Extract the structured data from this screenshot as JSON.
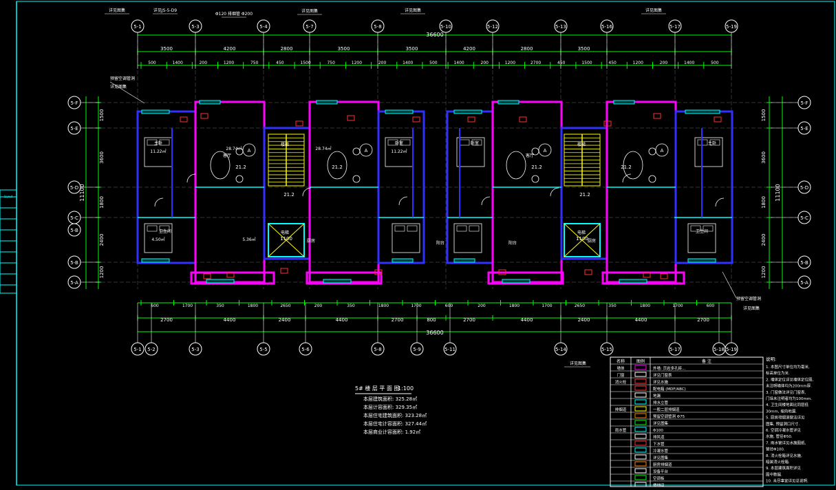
{
  "axes": {
    "top_labels": [
      "5-1",
      "5-3",
      "5-4",
      "5-7",
      "5-8",
      "5-10",
      "5-12",
      "5-13",
      "5-16",
      "5-17",
      "5-19"
    ],
    "bottom_labels": [
      "5-1",
      "5-2",
      "5-3",
      "5-5",
      "5-6",
      "5-8",
      "5-9",
      "5-11",
      "5-14",
      "5-15",
      "5-17",
      "5-18",
      "5-19"
    ],
    "left_labels": [
      "5-F",
      "5-E",
      "5-D",
      "5-C",
      "5-B",
      "5-A"
    ],
    "left_extra": "5-B",
    "right_labels": [
      "5-F",
      "5-E",
      "5-D",
      "5-C",
      "5-B",
      "5-A"
    ]
  },
  "dimensions": {
    "top_total": "36600",
    "top_row1": [
      "3500",
      "4200",
      "2800",
      "3500",
      "3500",
      "4200",
      "2800",
      "3500"
    ],
    "top_row2": [
      "500",
      "1400",
      "200",
      "1200",
      "750",
      "450",
      "1500",
      "750",
      "1200",
      "200",
      "1400",
      "500",
      "1400",
      "200",
      "1200",
      "2700",
      "450",
      "1500",
      "450",
      "1200",
      "200",
      "1400",
      "500"
    ],
    "bottom_total": "36600",
    "bottom_row1": [
      "2700",
      "4400",
      "2400",
      "4400",
      "2700",
      "800",
      "2700",
      "4400",
      "2400",
      "4400",
      "2700"
    ],
    "bottom_row2": [
      "600",
      "1700",
      "350",
      "1800",
      "2650",
      "200",
      "350",
      "1800",
      "1700",
      "600",
      "200",
      "1800",
      "1700",
      "2650",
      "350",
      "1800",
      "1700",
      "600"
    ],
    "left_dims": [
      "1500",
      "3600",
      "1800",
      "2400",
      "1200"
    ],
    "left_total": "11100",
    "right_dims": [
      "1500",
      "3600",
      "1800",
      "2400",
      "1200"
    ],
    "right_total": "11100"
  },
  "title": {
    "main": "5# 楼 层 平 面 图",
    "scale": "1:100",
    "stats": [
      "本层建筑面积: 325.28㎡",
      "本层计容面积: 329.35㎡",
      "本层住宅建筑面积: 323.28㎡",
      "本层住宅计容面积: 327.44㎡",
      "本层商业计容面积: 1.92㎡"
    ]
  },
  "callouts": {
    "top": [
      "详见图集",
      "详见JS-5-D9",
      "Φ120 排烟管 Φ200",
      "详见图集",
      "详见图集",
      "详见图集"
    ],
    "left": [
      "预留空调管洞",
      "详见图集"
    ],
    "right": [
      "预留空调管洞",
      "详见图集"
    ],
    "bottom_right": "详见图集"
  },
  "rooms": {
    "bedroom_area": "11.22㎡",
    "living_area": "28.74㎡",
    "kitchen_area": "5.36㎡",
    "bath_area": "4.50㎡",
    "elevator_dims": "1100",
    "level_mark": "21.2",
    "room_labels": [
      "主卧",
      "客厅",
      "卧室",
      "厨房",
      "卫生间",
      "阳台",
      "电梯",
      "楼梯"
    ]
  },
  "legend": {
    "headers": [
      "名称",
      "图例",
      "备 注"
    ],
    "rows": [
      [
        "墙体",
        "",
        "外墙: 页岩多孔砖..."
      ],
      [
        "门窗",
        "",
        "详见门窗表"
      ],
      [
        "消火栓",
        "",
        "详见水施"
      ],
      [
        "",
        "",
        "配电箱 (MDF/ABC)"
      ],
      [
        "",
        "",
        "地漏"
      ],
      [
        "",
        "",
        "排水立管"
      ],
      [
        "排烟道",
        "",
        "一般二层排烟道"
      ],
      [
        "",
        "",
        "预留空调管洞 Φ75"
      ],
      [
        "",
        "",
        "详见图集"
      ],
      [
        "雨水管",
        "",
        "Φ100"
      ],
      [
        "",
        "",
        "排风道"
      ],
      [
        "",
        "",
        "下水管"
      ],
      [
        "",
        "",
        "冷凝水管"
      ],
      [
        "",
        "",
        "详见图集"
      ],
      [
        "",
        "",
        "厨房排烟道"
      ],
      [
        "",
        "",
        "设备平台"
      ],
      [
        "",
        "",
        "空调板"
      ],
      [
        "",
        "",
        "楼梯间"
      ]
    ],
    "notes_title": "说明:",
    "notes": [
      "1. 本图尺寸单位均为毫米,",
      "   标高单位为米.",
      "2. 墙体定位详见墙体定位图,",
      "   未注明墙体均为200mm厚.",
      "3. 门窗做法详见门窗表,",
      "   门垛未注明者均为100mm.",
      "4. 卫生间楼地面比同层低",
      "   30mm, 坡向地漏.",
      "5. 厨房排烟道做法详见",
      "   图集, 预留洞口尺寸.",
      "6. 空调冷凝水管详见",
      "   水施, 管径Φ50.",
      "7. 雨水管详见水施图纸,",
      "   管径Φ100.",
      "8. 消火栓箱详见水施,",
      "   暗装消火栓箱.",
      "9. 本层建筑面积详见",
      "   图中数据.",
      "10. 未尽事宜详见总说明."
    ]
  },
  "colors": {
    "background": "#000000",
    "axis_circle": "#ffffff",
    "dimension": "#00ff00",
    "wall": "#ff00ff",
    "window": "#00ffff",
    "inner_wall": "#3030ff",
    "stair": "#ffff00",
    "text": "#ffffff",
    "red_mark": "#ff3030",
    "frame": "#00ffff"
  }
}
